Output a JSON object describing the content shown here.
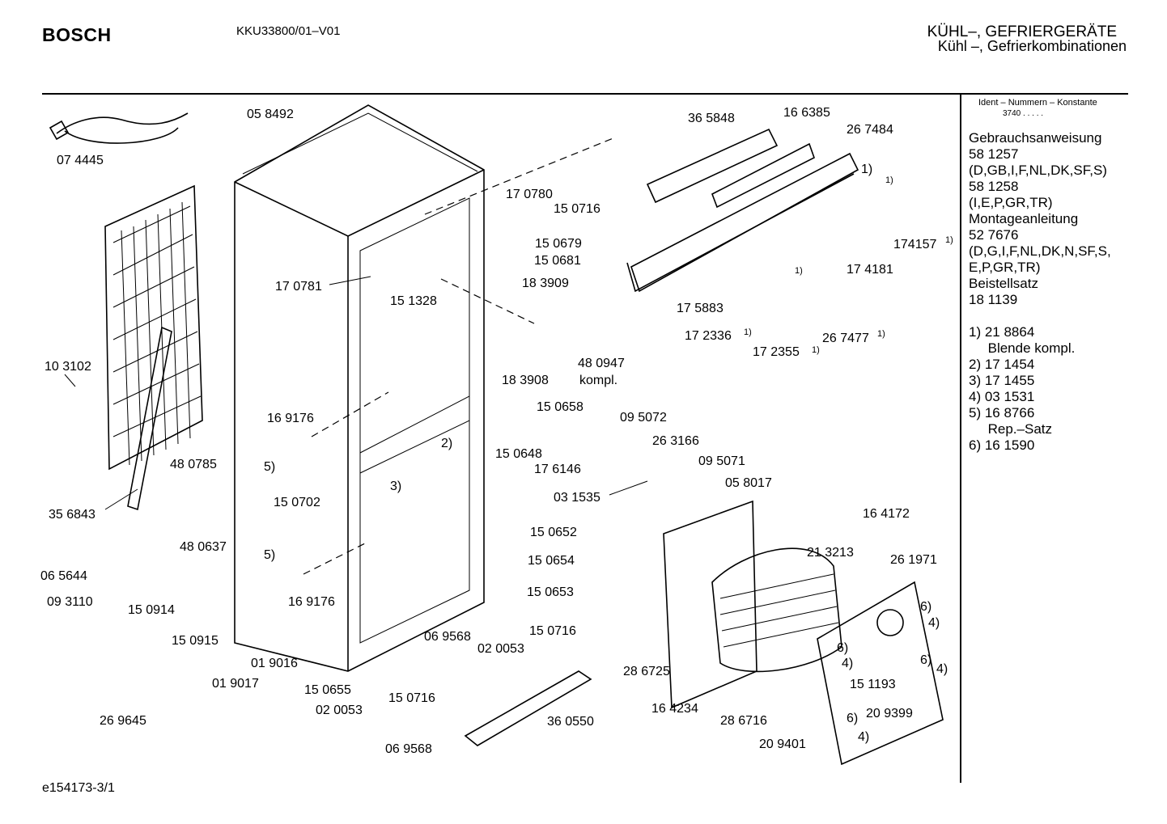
{
  "header": {
    "brand": "BOSCH",
    "model": "KKU33800/01–V01",
    "category_line1": "KÜHL–, GEFRIERGERÄTE",
    "category_line2": "Kühl –, Gefrierkombinationen"
  },
  "footer": {
    "drawing_id": "e154173-3/1"
  },
  "info_panel": {
    "header": "Ident – Nummern – Konstante",
    "constant": "3740 . . . . .",
    "lines": [
      "Gebrauchsanweisung",
      "58 1257",
      "(D,GB,I,F,NL,DK,SF,S)",
      "58 1258",
      "(I,E,P,GR,TR)",
      "Montageanleitung",
      "52 7676",
      "(D,G,I,F,NL,DK,N,SF,S,",
      "E,P,GR,TR)",
      "Beistellsatz",
      "18 1139",
      "",
      "1) 21 8864",
      "     Blende kompl.",
      "2) 17 1454",
      "3) 17 1455",
      "4) 03 1531",
      "5) 16 8766",
      "     Rep.–Satz",
      "6) 16 1590"
    ]
  },
  "part_labels": [
    "07 4445",
    "05 8492",
    "10 3102",
    "35 6843",
    "48 0785",
    "48 0637",
    "06 5644",
    "09 3110",
    "15 0914",
    "15 0915",
    "01 9016",
    "01 9017",
    "26 9645",
    "17 0781",
    "15 1328",
    "16 9176",
    "5)",
    "15 0702",
    "3)",
    "2)",
    "16 9176",
    "5)",
    "06 9568",
    "15 0655",
    "02 0053",
    "15 0716",
    "06 9568",
    "36 0550",
    "17 0780",
    "15 0716",
    "15 0679",
    "15 0681",
    "18 3909",
    "48 0947",
    "kompl.",
    "18 3908",
    "15 0658",
    "15 0648",
    "17 6146",
    "09 5072",
    "26 3166",
    "03 1535",
    "09 5071",
    "05 8017",
    "15 0652",
    "15 0654",
    "15 0653",
    "02 0053",
    "15 0716",
    "36 5848",
    "16 6385",
    "26 7484",
    "1)",
    "1)",
    "174157",
    "1)",
    "17 4181",
    "17 5883",
    "1)",
    "17 2336",
    "1)",
    "17 2355",
    "1)",
    "26 7477",
    "1)",
    "16 4172",
    "21 3213",
    "26 1971",
    "6)",
    "4)",
    "6)",
    "4)",
    "6)",
    "4)",
    "15 1193",
    "28 6725",
    "16 4234",
    "28 6716",
    "20 9401",
    "20 9399",
    "6)",
    "4)"
  ]
}
